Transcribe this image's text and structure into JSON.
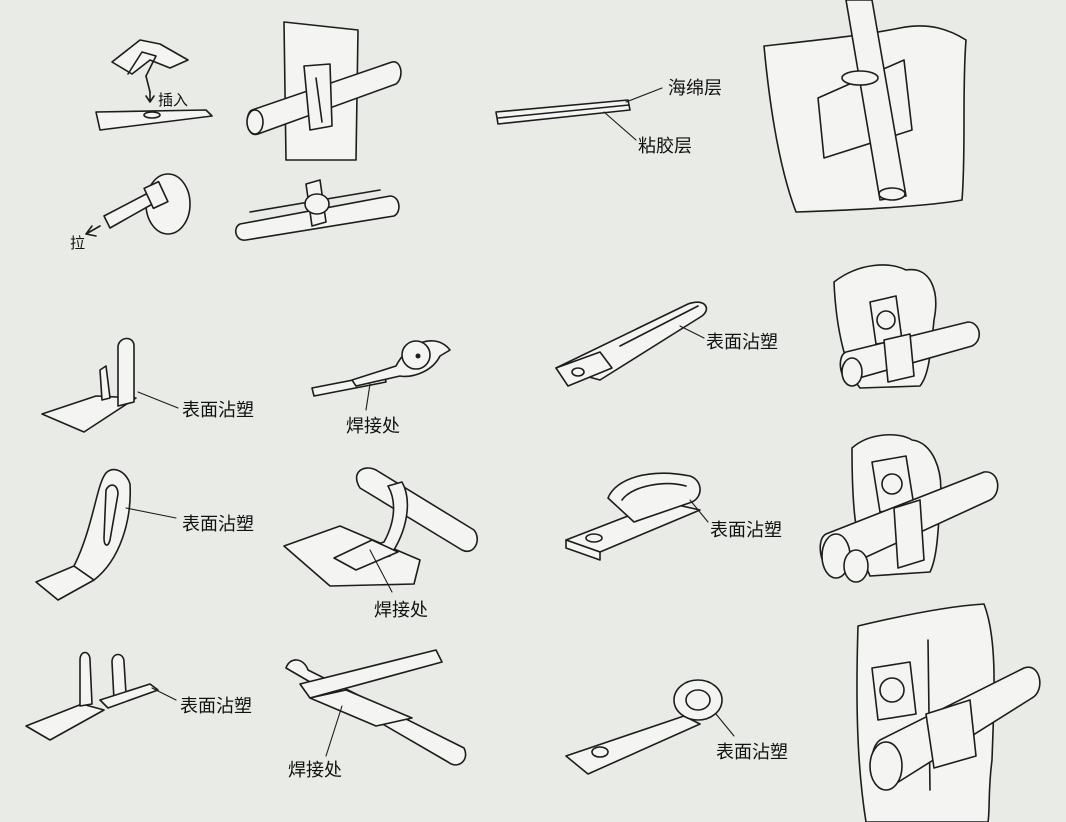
{
  "labels": {
    "insert": "插入",
    "pull": "拉",
    "sponge_layer": "海绵层",
    "adhesive_layer": "粘胶层",
    "surface_plastic": "表面沾塑",
    "weld_point": "焊接处"
  },
  "colors": {
    "background": "#e9ebe7",
    "ink": "#1d1d1d",
    "paper": "#f4f5f2"
  }
}
